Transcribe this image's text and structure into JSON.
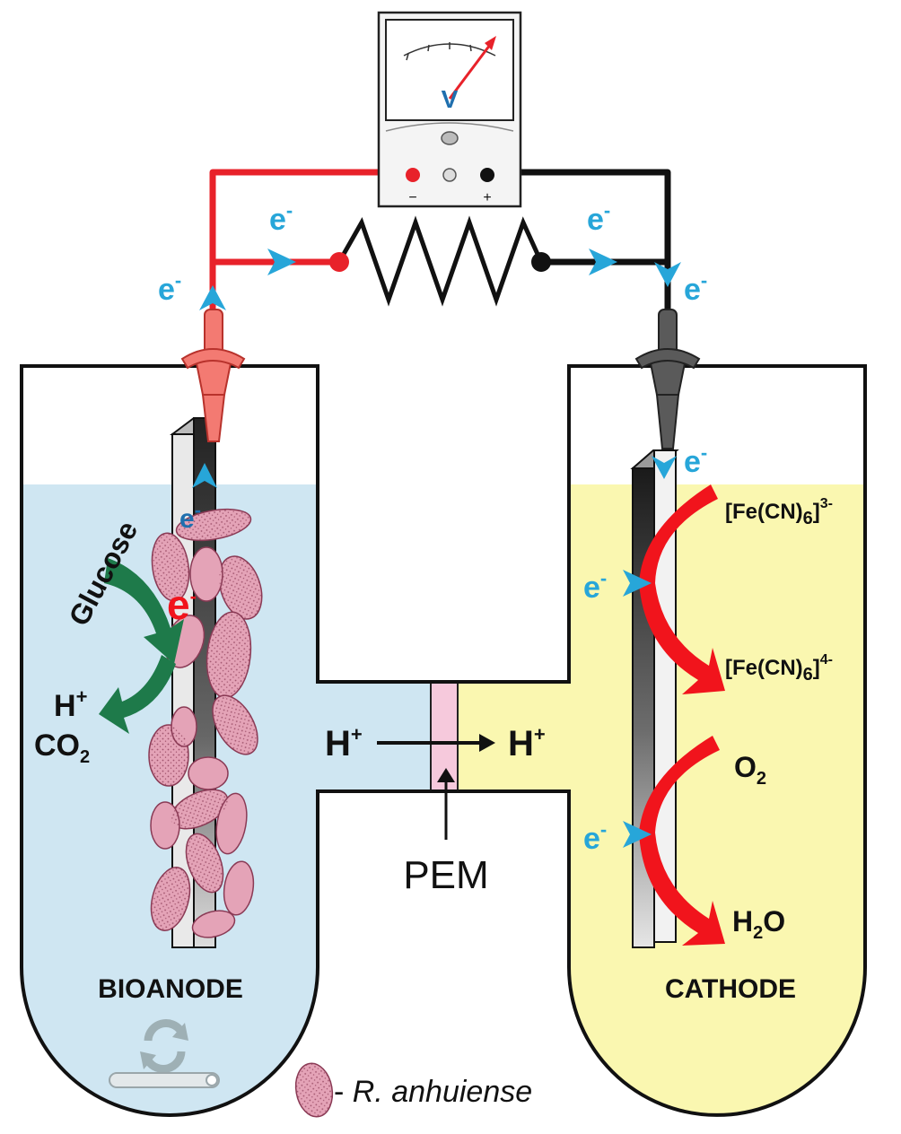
{
  "voltmeter": {
    "symbol": "V",
    "minus": "−",
    "plus": "+"
  },
  "electron": {
    "base": "e",
    "charge": "-"
  },
  "proton": {
    "base": "H",
    "charge": "+"
  },
  "labels": {
    "glucose": "Glucose",
    "co2_base": "CO",
    "co2_sub": "2",
    "pem": "PEM",
    "bioanode": "BIOANODE",
    "cathode": "CATHODE",
    "fe_prefix": "[Fe(CN)",
    "fe_sub": "6",
    "fe_suffix": "]",
    "fe3_charge": "3-",
    "fe4_charge": "4-",
    "o2_base": "O",
    "o2_sub": "2",
    "h2o_h": "H",
    "h2o_sub": "2",
    "h2o_o": "O",
    "legend_dash": "- ",
    "legend_species": "R. anhuiense"
  },
  "colors": {
    "anolyte": "#cfe6f2",
    "catholyte": "#faf7b0",
    "anode_wire": "#e8222a",
    "cathode_wire": "#111111",
    "electron_arrow": "#27a6d9",
    "bacteria": "#e4a3b7",
    "redox_arrow": "#f1141c",
    "glucose_arrow": "#1e7a4a",
    "pem": "#f6c9dc"
  }
}
